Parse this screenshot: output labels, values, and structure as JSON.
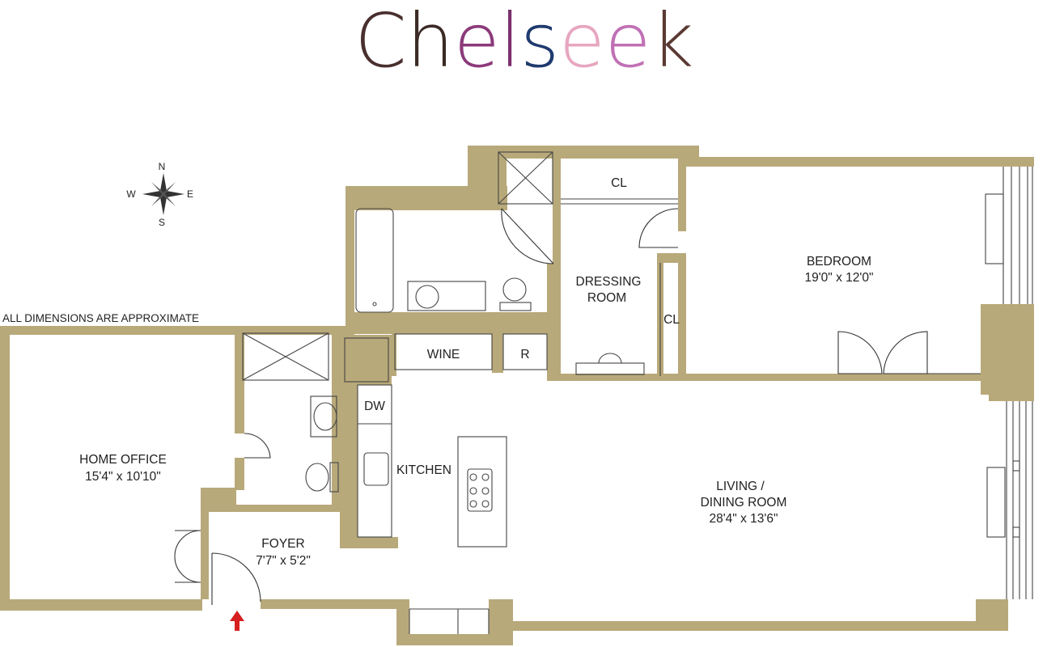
{
  "logo": {
    "letters": [
      {
        "ch": "C",
        "color": "#4a2f2f"
      },
      {
        "ch": "h",
        "color": "#3b2a25"
      },
      {
        "ch": "e",
        "color": "#8b3a7a"
      },
      {
        "ch": "l",
        "color": "#7a2f6e"
      },
      {
        "ch": "s",
        "color": "#1f3a6e"
      },
      {
        "ch": "e",
        "color": "#e7a6c0"
      },
      {
        "ch": "e",
        "color": "#c070b5"
      },
      {
        "ch": "k",
        "color": "#5a3a33"
      }
    ]
  },
  "note": "ALL DIMENSIONS ARE APPROXIMATE",
  "compass": {
    "n": "N",
    "s": "S",
    "e": "E",
    "w": "W"
  },
  "rooms": {
    "home_office": {
      "name": "HOME OFFICE",
      "dims": "15'4\" x 10'10\""
    },
    "foyer": {
      "name": "FOYER",
      "dims": "7'7\" x 5'2\""
    },
    "kitchen": {
      "name": "KITCHEN"
    },
    "living": {
      "name_line1": "LIVING /",
      "name_line2": "DINING ROOM",
      "dims": "28'4\" x 13'6\""
    },
    "bedroom": {
      "name": "BEDROOM",
      "dims": "19'0\" x 12'0\""
    },
    "dressing": {
      "name_line1": "DRESSING",
      "name_line2": "ROOM"
    },
    "closet_top": "CL",
    "closet_side": "CL",
    "wine": "WINE",
    "refrigerator": "R",
    "dishwasher": "DW"
  },
  "colors": {
    "wall": "#b8a97a",
    "entry_arrow": "#d61f1f"
  }
}
